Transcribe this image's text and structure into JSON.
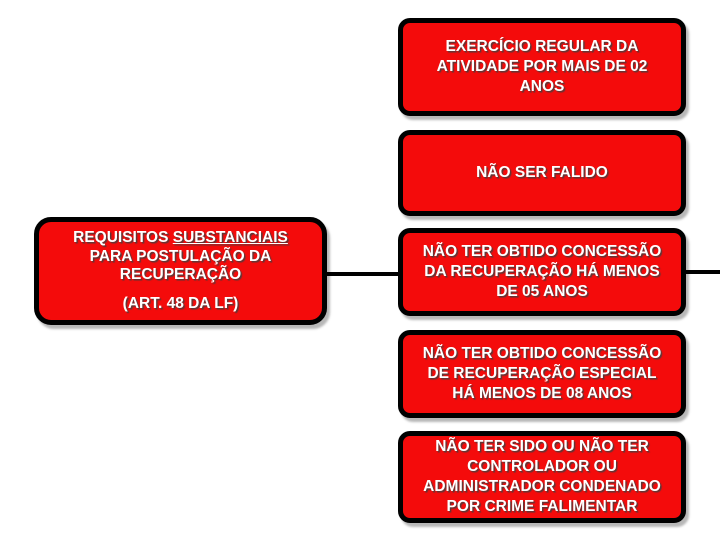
{
  "slide": {
    "background": "#ffffff",
    "colors": {
      "box_fill": "#f40b0b",
      "box_border": "#000000",
      "box_text": "#ffffff",
      "connector": "#000000"
    },
    "left_box": {
      "title_prefix": "REQUISITOS",
      "title_underlined": "SUBSTANCIAIS",
      "line2": "PARA POSTULAÇÃO DA",
      "line3": "RECUPERAÇÃO",
      "footer": "(ART. 48 DA LF)"
    },
    "right_boxes": [
      {
        "text": "EXERCÍCIO REGULAR DA\nATIVIDADE POR MAIS DE 02\nANOS"
      },
      {
        "text": "NÃO SER FALIDO"
      },
      {
        "text": "NÃO TER OBTIDO CONCESSÃO\nDA RECUPERAÇÃO HÁ MENOS\nDE 05 ANOS"
      },
      {
        "text": "NÃO TER OBTIDO CONCESSÃO\nDE RECUPERAÇÃO ESPECIAL\nHÁ MENOS DE 08 ANOS"
      },
      {
        "text": "NÃO TER SIDO OU NÃO TER\nCONTROLADOR OU\nADMINISTRADOR CONDENADO\nPOR CRIME FALIMENTAR"
      }
    ]
  }
}
